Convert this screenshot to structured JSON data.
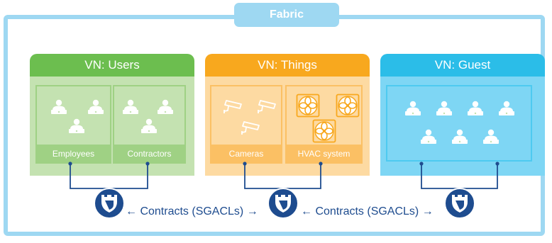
{
  "fabric": {
    "title": "Fabric"
  },
  "vns": [
    {
      "title": "VN: Users",
      "header_color": "#6cbe4f",
      "body_color": "#c4e2b1",
      "group_color": "#9fd184",
      "groups": [
        {
          "label": "Employees",
          "icon": "person-at-laptop-icon",
          "count": 3
        },
        {
          "label": "Contractors",
          "icon": "person-at-laptop-icon",
          "count": 3
        }
      ]
    },
    {
      "title": "VN: Things",
      "header_color": "#f8a81e",
      "body_color": "#fddaa2",
      "group_color": "#fbc064",
      "groups": [
        {
          "label": "Cameras",
          "icon": "security-camera-icon",
          "count": 3
        },
        {
          "label": "HVAC system",
          "icon": "hvac-fan-icon",
          "count": 3
        }
      ]
    },
    {
      "title": "VN: Guest",
      "header_color": "#2bbde8",
      "body_color": "#7ed6f4",
      "group_color": "#4ecaf0",
      "groups": [
        {
          "label": "",
          "icon": "person-at-laptop-icon",
          "count": 7
        }
      ]
    }
  ],
  "contracts": [
    {
      "text": "← Contracts (SGACLs) →",
      "icon": "shield-icon"
    },
    {
      "text": "← Contracts (SGACLs) →",
      "icon": "shield-icon"
    }
  ],
  "colors": {
    "wire": "#1e4c8f",
    "shield": "#1e4c8f",
    "fabric": "#9ed8f2"
  }
}
